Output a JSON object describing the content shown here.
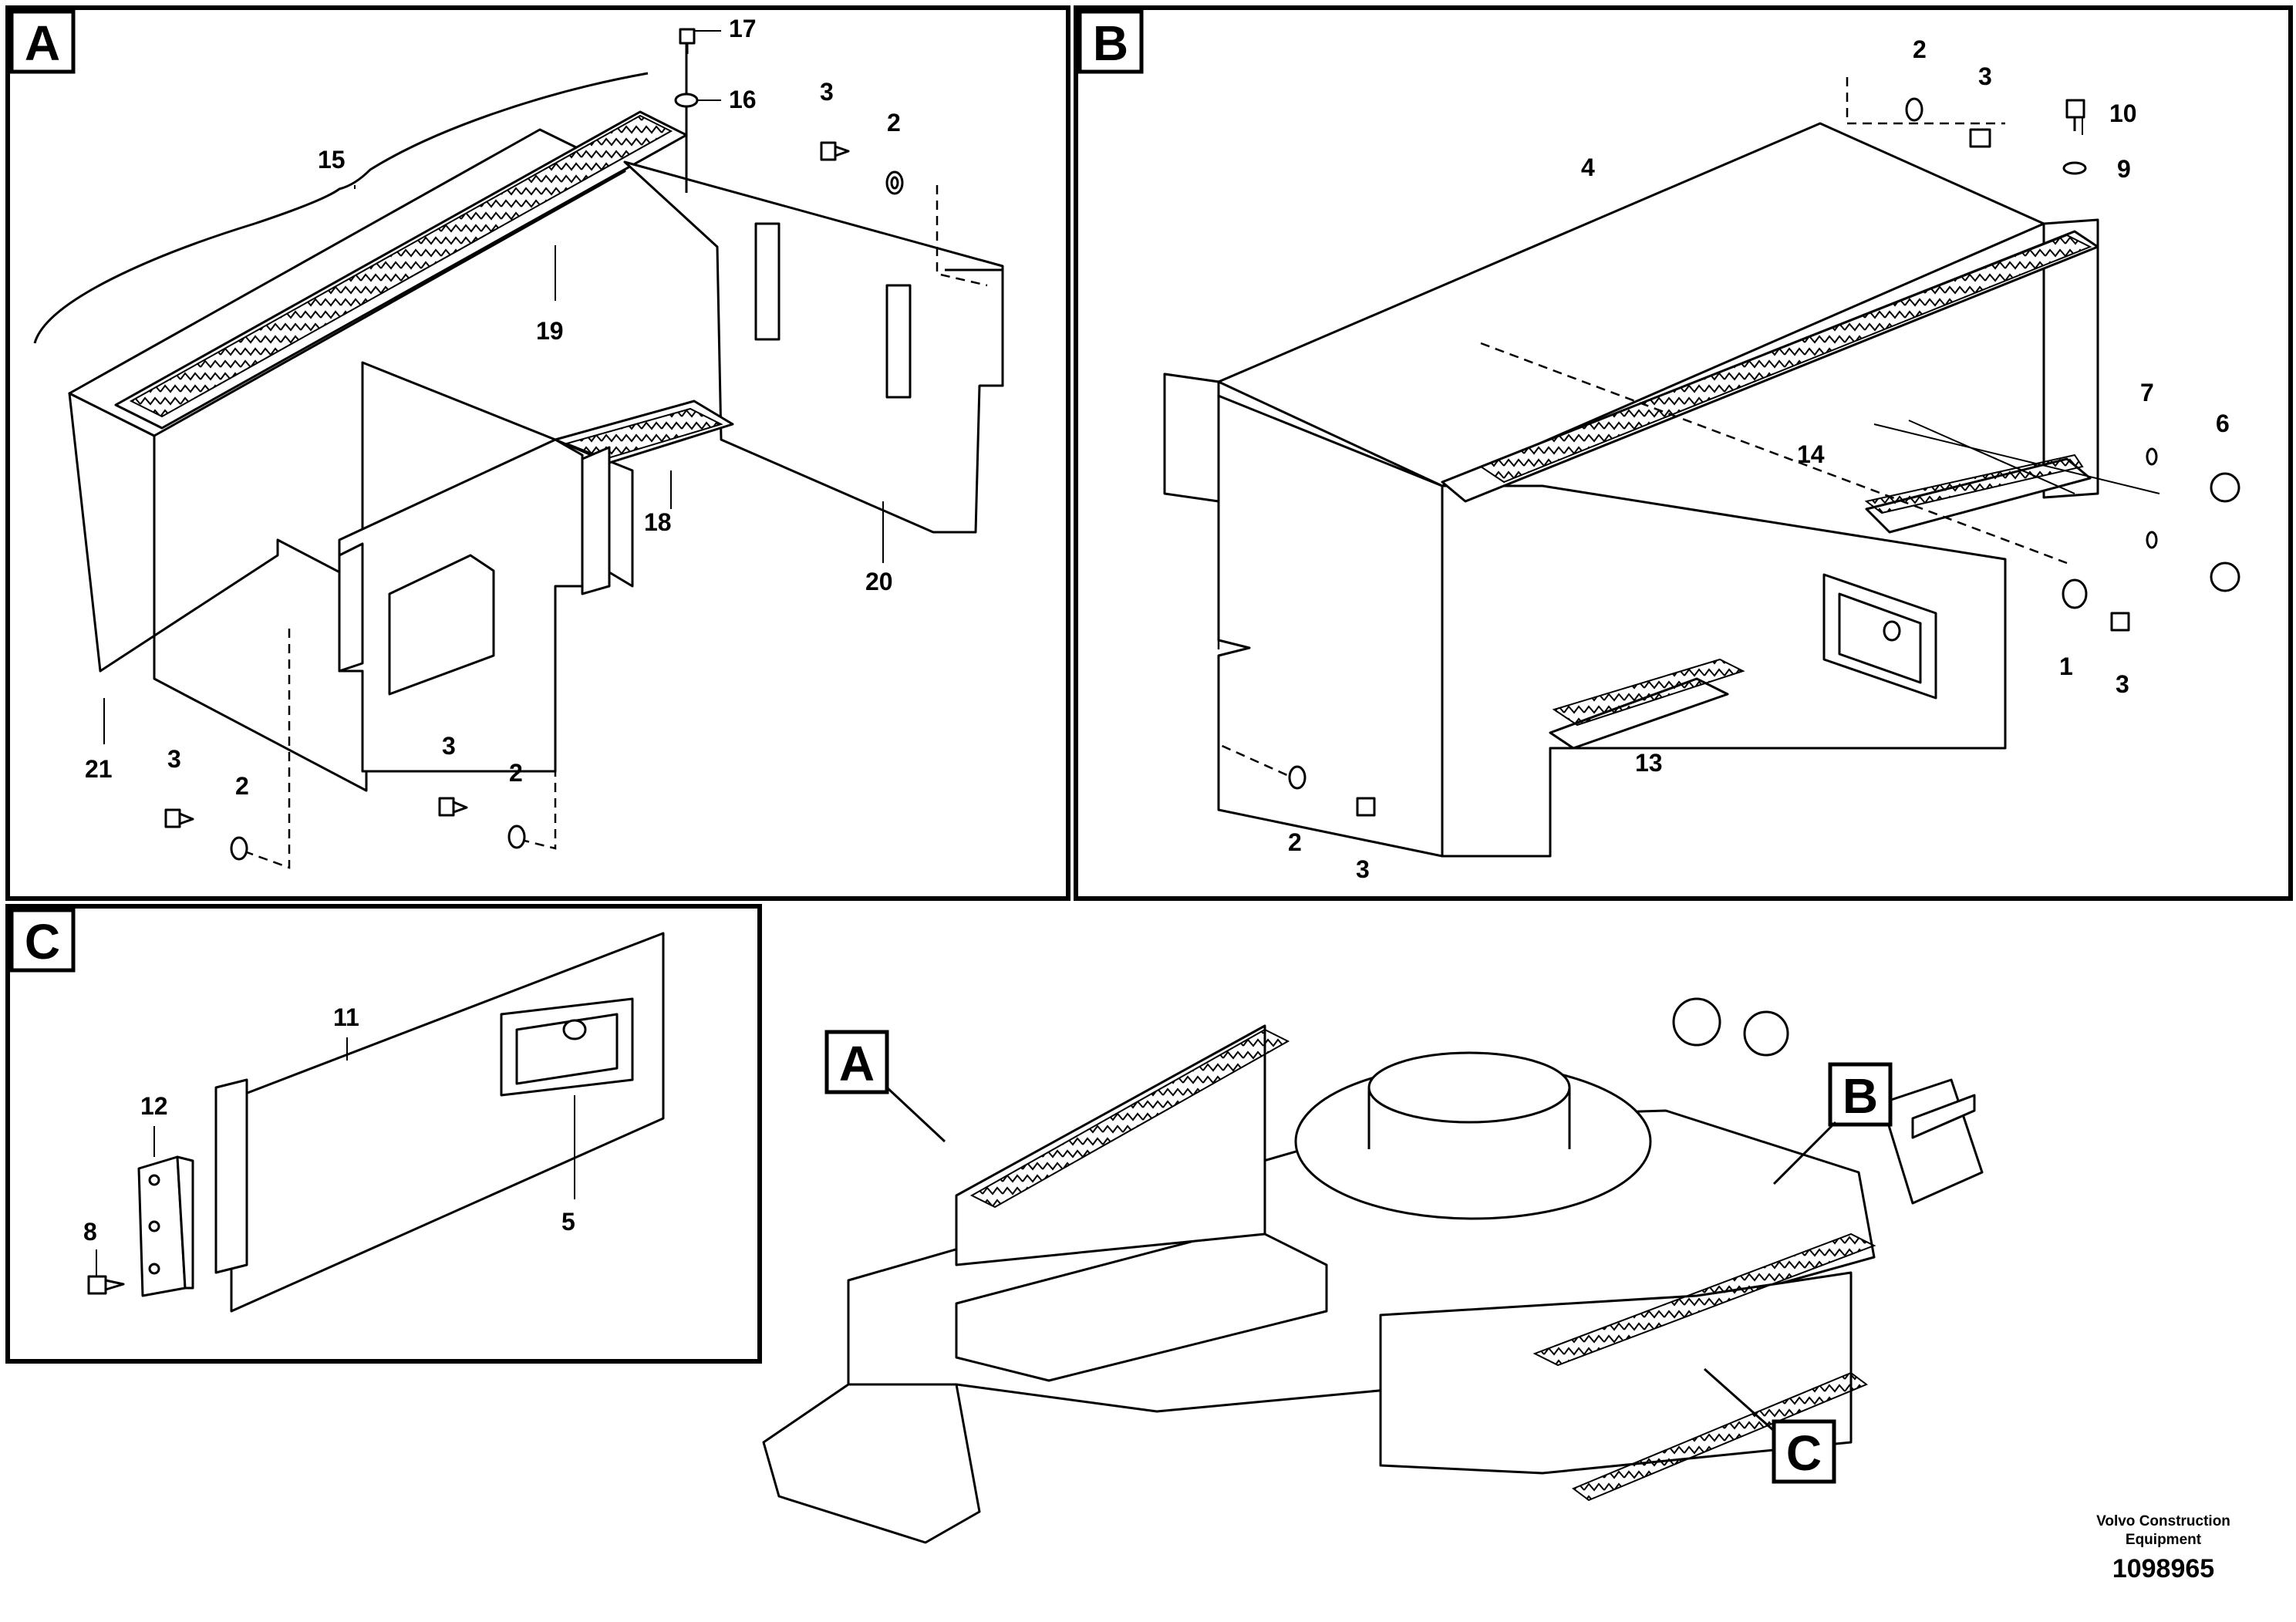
{
  "panels": {
    "A": {
      "label": "A"
    },
    "B": {
      "label": "B"
    },
    "C": {
      "label": "C"
    }
  },
  "overview_labels": {
    "A": "A",
    "B": "B",
    "C": "C"
  },
  "callouts": {
    "a": {
      "n15": "15",
      "n16": "16",
      "n17": "17",
      "n19": "19",
      "n18": "18",
      "n20": "20",
      "n21": "21",
      "n3a": "3",
      "n2a": "2",
      "n3b": "3",
      "n2b": "2",
      "n3c": "3",
      "n2c": "2"
    },
    "b": {
      "n2a": "2",
      "n3a": "3",
      "n10": "10",
      "n9": "9",
      "n4": "4",
      "n7": "7",
      "n6": "6",
      "n14": "14",
      "n1": "1",
      "n3b": "3",
      "n13": "13",
      "n2b": "2",
      "n3c": "3"
    },
    "c": {
      "n11": "11",
      "n12": "12",
      "n8": "8",
      "n5": "5"
    }
  },
  "footer": {
    "company_line1": "Volvo Construction",
    "company_line2": "Equipment",
    "drawing_number": "1098965"
  },
  "icons": [
    "bolt-icon",
    "washer-icon",
    "handle-icon",
    "hinge-icon"
  ]
}
